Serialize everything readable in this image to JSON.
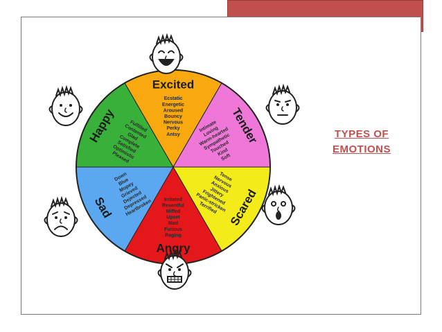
{
  "slide": {
    "title_line1": "TYPES OF",
    "title_line2": "EMOTIONS",
    "accent_color": "#c0504d"
  },
  "wheel": {
    "segments": [
      {
        "label": "Excited",
        "color": "#f7a90f",
        "words": [
          "Ecstatic",
          "Energetic",
          "Aroused",
          "Bouncy",
          "Nervous",
          "Perky",
          "Antsy"
        ]
      },
      {
        "label": "Tender",
        "color": "#ef77d8",
        "words": [
          "Intimate",
          "Loving",
          "Warm-hearted",
          "Sympathetic",
          "Touched",
          "Kind",
          "Soft"
        ]
      },
      {
        "label": "Scared",
        "color": "#f4ec1a",
        "words": [
          "Tense",
          "Nervous",
          "Anxious",
          "Jittery",
          "Frightened",
          "Panic-stricken",
          "Terrified"
        ]
      },
      {
        "label": "Angry",
        "color": "#e4171b",
        "words": [
          "Irritated",
          "Resentful",
          "Miffed",
          "Upset",
          "Mad",
          "Furious",
          "Raging"
        ]
      },
      {
        "label": "Sad",
        "color": "#5ba8f0",
        "words": [
          "Down",
          "Blue",
          "Mopey",
          "Grieved",
          "Dejected",
          "Depressed",
          "Heartbroken"
        ]
      },
      {
        "label": "Happy",
        "color": "#39b03a",
        "words": [
          "Fulfilled",
          "Contented",
          "Glad",
          "Complete",
          "Satisfied",
          "Optimistic",
          "Pleased"
        ]
      }
    ],
    "faces": [
      "excited-face",
      "tender-face",
      "scared-face",
      "angry-face",
      "sad-face",
      "happy-face"
    ]
  }
}
